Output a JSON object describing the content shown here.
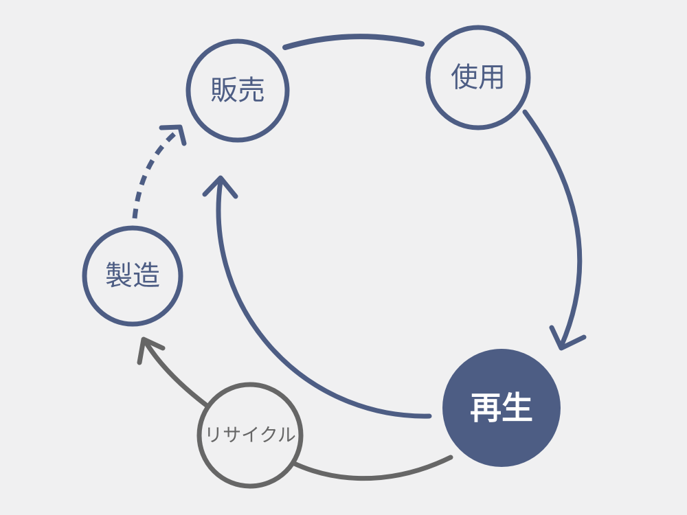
{
  "diagram": {
    "description": "Circular product life-cycle diagram (Japanese)",
    "background_color": "#f0f0f1",
    "colors": {
      "accent_blue": "#4d5d84",
      "gray": "#666666",
      "node_fill": "#f0f0f1",
      "filled_node_fill": "#4d5d84",
      "filled_node_text": "#ffffff"
    },
    "nodes": [
      {
        "id": "sales",
        "label": "販売",
        "style": "outlined-blue"
      },
      {
        "id": "use",
        "label": "使用",
        "style": "outlined-blue"
      },
      {
        "id": "regeneration",
        "label": "再生",
        "style": "filled-blue"
      },
      {
        "id": "manufacturing",
        "label": "製造",
        "style": "outlined-blue"
      },
      {
        "id": "recycling",
        "label": "リサイクル",
        "style": "outlined-gray"
      }
    ],
    "edges": [
      {
        "from": "sales",
        "to": "use",
        "style": "solid",
        "color": "blue",
        "arrowhead": false
      },
      {
        "from": "use",
        "to": "regeneration",
        "style": "solid",
        "color": "blue",
        "arrowhead": true
      },
      {
        "from": "regeneration",
        "to": "sales",
        "style": "solid",
        "color": "blue",
        "arrowhead": true
      },
      {
        "from": "manufacturing",
        "to": "sales",
        "style": "dashed",
        "color": "blue",
        "arrowhead": true
      },
      {
        "from": "regeneration",
        "to": "manufacturing",
        "style": "solid",
        "color": "gray",
        "arrowhead": true,
        "via": "recycling"
      }
    ]
  }
}
